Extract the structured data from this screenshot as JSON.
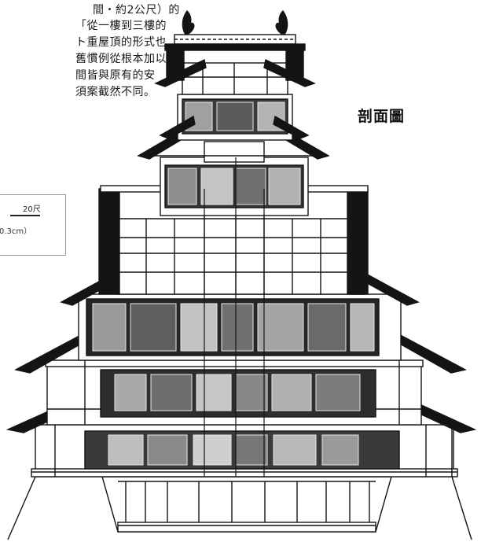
{
  "note": {
    "lines": [
      "間・約2公尺）的",
      "「從一樓到三樓的",
      "ト重屋頂的形式也",
      "舊慣例從根本加以",
      "間皆與原有的安",
      "須案截然不同。"
    ]
  },
  "title": "剖面圖",
  "scale": {
    "label": "20尺",
    "unit_text": "0.3cm）"
  },
  "colors": {
    "ink": "#141414",
    "paper": "#ffffff",
    "shade": "#6e6e6e",
    "light": "#d9d9d9"
  }
}
